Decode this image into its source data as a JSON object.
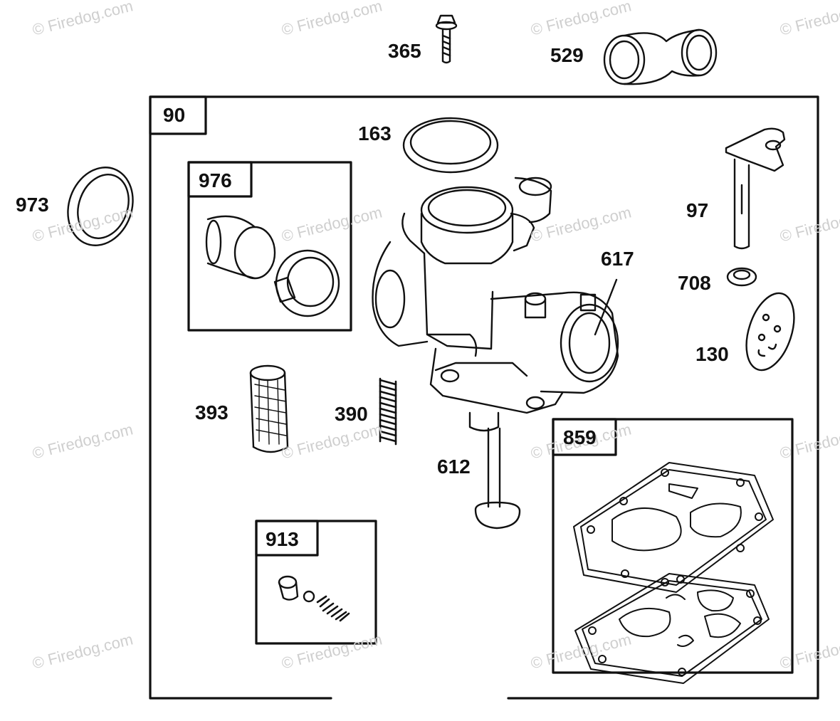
{
  "diagram": {
    "group_labels": {
      "main_kit": "90",
      "intake_kit": "976",
      "check_valve_kit": "913",
      "gasket_kit": "859"
    },
    "part_callouts": {
      "screw": "365",
      "elbow": "529",
      "o_ring": "163",
      "seal_left": "973",
      "choke_shaft": "97",
      "seal_small": "708",
      "diaphragm_disc": "130",
      "o_ring_intake": "617",
      "fuel_pipe": "612",
      "screen_filter": "393",
      "spring": "390"
    },
    "watermark_text": "© Firedog.com"
  }
}
